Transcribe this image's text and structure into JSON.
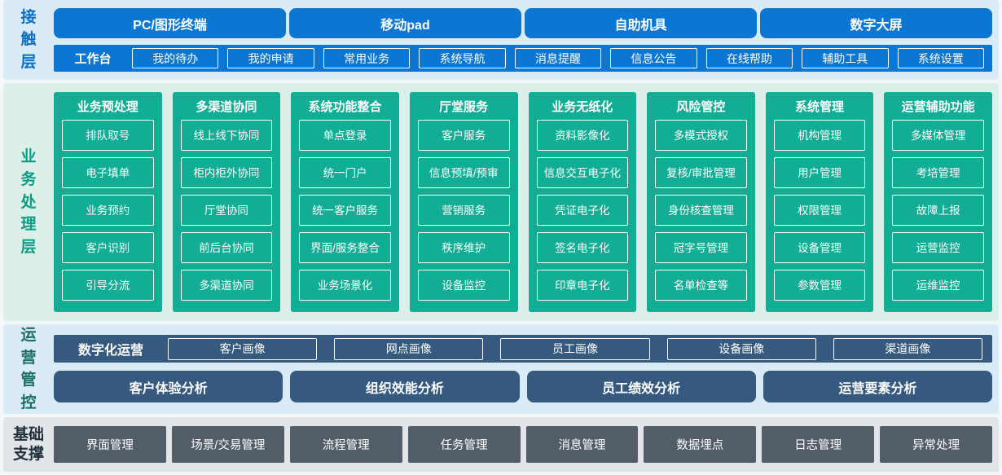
{
  "colors": {
    "accent_blue": "#0b77d2",
    "accent_teal": "#11ad94",
    "accent_slate": "#35597f",
    "accent_gray": "#525d68",
    "bg_light_blue": "#d8ebf7",
    "bg_light_green": "#ddefe9",
    "bg_light_gray": "#e1e4e8",
    "label_blue": "#0a6fc2",
    "label_teal": "#0c9c84",
    "label_dark_teal": "#1b6e63",
    "label_navy": "#222f3a"
  },
  "contact_layer": {
    "label": "接触层",
    "terminals": [
      "PC/图形终端",
      "移动pad",
      "自助机具",
      "数字大屏"
    ],
    "workbench": {
      "label": "工作台",
      "items": [
        "我的待办",
        "我的申请",
        "常用业务",
        "系统导航",
        "消息提醒",
        "信息公告",
        "在线帮助",
        "辅助工具",
        "系统设置"
      ]
    }
  },
  "business_layer": {
    "label": "业务处理层",
    "columns": [
      {
        "title": "业务预处理",
        "items": [
          "排队取号",
          "电子填单",
          "业务预约",
          "客户识别",
          "引导分流"
        ]
      },
      {
        "title": "多渠道协同",
        "items": [
          "线上线下协同",
          "柜内柜外协同",
          "厅堂协同",
          "前后台协同",
          "多渠道协同"
        ]
      },
      {
        "title": "系统功能整合",
        "items": [
          "单点登录",
          "统一门户",
          "统一客户服务",
          "界面/服务整合",
          "业务场景化"
        ]
      },
      {
        "title": "厅堂服务",
        "items": [
          "客户服务",
          "信息预填/预审",
          "营销服务",
          "秩序维护",
          "设备监控"
        ]
      },
      {
        "title": "业务无纸化",
        "items": [
          "资料影像化",
          "信息交互电子化",
          "凭证电子化",
          "签名电子化",
          "印章电子化"
        ]
      },
      {
        "title": "风险管控",
        "items": [
          "多模式授权",
          "复核/审批管理",
          "身份核查管理",
          "冠字号管理",
          "名单检查等"
        ]
      },
      {
        "title": "系统管理",
        "items": [
          "机构管理",
          "用户管理",
          "权限管理",
          "设备管理",
          "参数管理"
        ]
      },
      {
        "title": "运营辅助功能",
        "items": [
          "多媒体管理",
          "考培管理",
          "故障上报",
          "运营监控",
          "运维监控"
        ]
      }
    ]
  },
  "operations_layer": {
    "label": "运营管控",
    "digital_ops": {
      "label": "数字化运营",
      "items": [
        "客户画像",
        "网点画像",
        "员工画像",
        "设备画像",
        "渠道画像"
      ]
    },
    "analysis": [
      "客户体验分析",
      "组织效能分析",
      "员工绩效分析",
      "运营要素分析"
    ]
  },
  "foundation_layer": {
    "label": "基础支撑",
    "items": [
      "界面管理",
      "场景/交易管理",
      "流程管理",
      "任务管理",
      "消息管理",
      "数据埋点",
      "日志管理",
      "异常处理"
    ]
  }
}
